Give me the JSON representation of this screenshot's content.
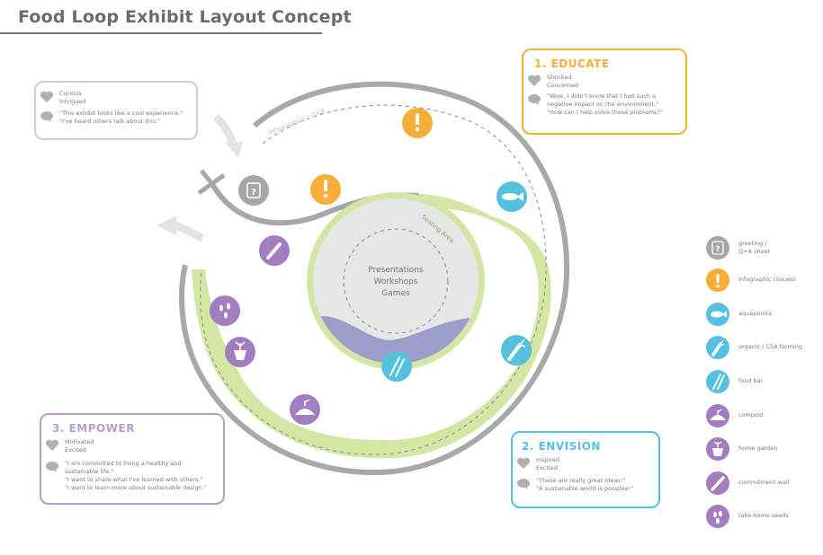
{
  "title": "Food Loop Exhibit Layout Concept",
  "colors": {
    "educate": "#f6ad3a",
    "envision": "#55c0e0",
    "empower": "#b79ccd",
    "purple_icon": "#a27ec0",
    "question_icon": "#a6a6a6",
    "green_path": "#d3e6a3",
    "purple_stage": "#9c9ec9",
    "gray_ring": "#a8a8a8",
    "grid_gray": "#c8c8c8"
  },
  "cards": {
    "intro": {
      "feelings": [
        "Curious",
        "Intrigued"
      ],
      "quotes": [
        "\"This exhibit looks like a cool experience.\"",
        "\"I've heard others talk about this.\""
      ]
    },
    "educate": {
      "heading": "1. EDUCATE",
      "feelings": [
        "Shocked",
        "Concerned"
      ],
      "quotes": [
        "\"Wow, I didn't know that I had such a",
        "negative impact on the environment.\"",
        "\"How can I help solve these problems?\""
      ]
    },
    "envision": {
      "heading": "2. ENVISION",
      "feelings": [
        "Inspired",
        "Excited"
      ],
      "quotes": [
        "\"These are really great ideas!\"",
        "\"A sustainable world is possible!\""
      ]
    },
    "empower": {
      "heading": "3. EMPOWER",
      "feelings": [
        "Motivated",
        "Excited"
      ],
      "quotes": [
        "\"I am committed to living a healthy and",
        "sustainable life.\"",
        "\"I want to share what I've learned with others.\"",
        "\"I want to learn more about sustainable design.\""
      ]
    }
  },
  "center": {
    "lines": [
      "Presentations",
      "Workshops",
      "Games"
    ],
    "seating_label": "Seating Area",
    "track_label": "Infographics / Q+A"
  },
  "legend": [
    {
      "icon": "question-icon",
      "color": "#a6a6a6",
      "lines": [
        "greeting /",
        "Q+A sheet"
      ]
    },
    {
      "icon": "exclamation-icon",
      "color": "#f6ad3a",
      "lines": [
        "infographic (issues)"
      ]
    },
    {
      "icon": "fish-icon",
      "color": "#55c0e0",
      "lines": [
        "aquaponics"
      ]
    },
    {
      "icon": "carrot-icon",
      "color": "#55c0e0",
      "lines": [
        "organic / CSA farming"
      ]
    },
    {
      "icon": "chopsticks-icon",
      "color": "#55c0e0",
      "lines": [
        "food bar"
      ]
    },
    {
      "icon": "compost-icon",
      "color": "#a27ec0",
      "lines": [
        "compost"
      ]
    },
    {
      "icon": "garden-pot-icon",
      "color": "#a27ec0",
      "lines": [
        "home garden"
      ]
    },
    {
      "icon": "pencil-icon",
      "color": "#a27ec0",
      "lines": [
        "commitment wall"
      ]
    },
    {
      "icon": "seeds-icon",
      "color": "#a27ec0",
      "lines": [
        "take-home seeds"
      ]
    }
  ]
}
